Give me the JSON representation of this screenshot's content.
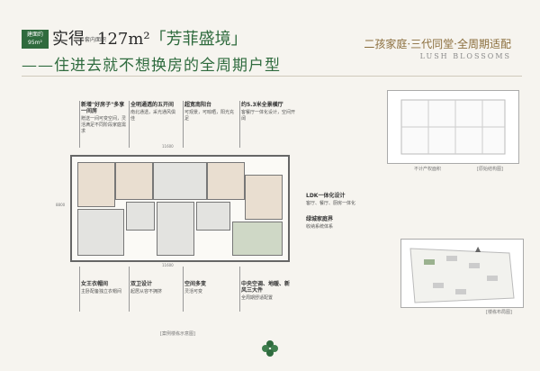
{
  "header": {
    "brand_tag": "建面约95m²",
    "title_prefix": "实得",
    "title_small": "套内面积",
    "title_area": "127m²",
    "title_name": "「芳菲盛境」",
    "subtitle": "——住进去就不想换房的全周期户型",
    "slogan": "二孩家庭·三代同堂·全周期适配",
    "slogan_en": "LUSH BLOSSOMS"
  },
  "callouts_top": [
    {
      "title": "新增\"好房子\"多享一间房",
      "text": "赠送一间可变空间，灵活满足不同阶段家庭需求"
    },
    {
      "title": "全明通透的五开间",
      "text": "南北通透，采光通风俱佳"
    },
    {
      "title": "超宽南阳台",
      "text": "可观景，可晾晒，阳光充足"
    },
    {
      "title": "约5.3米全景横厅",
      "text": "客餐厅一体化设计，空间开阔"
    }
  ],
  "callouts_right": [
    {
      "title": "LDK一体化设计",
      "text": "客厅、餐厅、厨房一体化"
    },
    {
      "title": "绿城家庭界",
      "text": "收纳系统体系"
    }
  ],
  "callouts_bottom": [
    {
      "title": "女王衣帽间",
      "text": "主卧配备独立衣帽间"
    },
    {
      "title": "双卫设计",
      "text": "起居从容不拥挤"
    },
    {
      "title": "空间多变",
      "text": "灵活可变"
    },
    {
      "title": "中央空调、地暖、新风三大件",
      "text": "全周期舒适配置"
    }
  ],
  "dimensions": {
    "top": "11600",
    "bottom": "11600",
    "left": "8800"
  },
  "labels": {
    "plan_caption": "[案例楼栋示意图]",
    "key_caption": "[原始结构图]",
    "key_area_note": "不计产权面积",
    "site_caption": "[楼栋布局图]"
  },
  "colors": {
    "brand_green": "#2f6b3e",
    "gold": "#8a6d3b"
  }
}
